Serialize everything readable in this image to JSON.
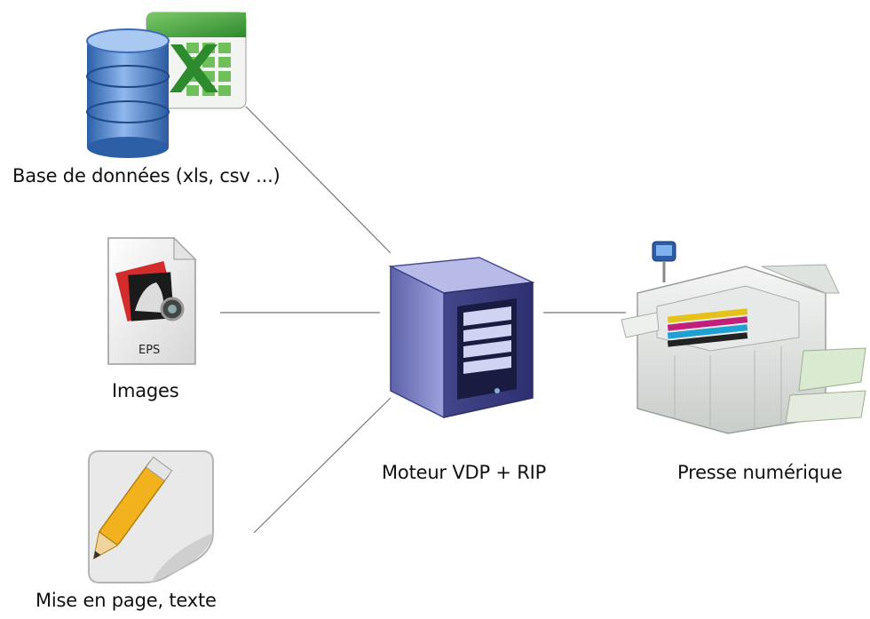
{
  "nodes": {
    "database": {
      "label": "Base de données (xls, csv ...)",
      "icon": "database-spreadsheet-icon"
    },
    "images": {
      "label": "Images",
      "icon": "eps-file-icon",
      "file_badge": "EPS"
    },
    "layout": {
      "label": "Mise en page, texte",
      "icon": "pencil-page-icon"
    },
    "engine": {
      "label": "Moteur VDP + RIP",
      "icon": "server-tower-icon"
    },
    "press": {
      "label": "Presse numérique",
      "icon": "digital-press-icon"
    }
  },
  "connections": [
    {
      "from": "database",
      "to": "engine"
    },
    {
      "from": "images",
      "to": "engine"
    },
    {
      "from": "layout",
      "to": "engine"
    },
    {
      "from": "engine",
      "to": "press"
    }
  ],
  "colors": {
    "connector": "#777777",
    "spreadsheet_green": "#3a9a3a",
    "database_blue": "#3f78c9",
    "server_purple": "#7b7fc4",
    "pencil_yellow": "#f2b21e"
  }
}
